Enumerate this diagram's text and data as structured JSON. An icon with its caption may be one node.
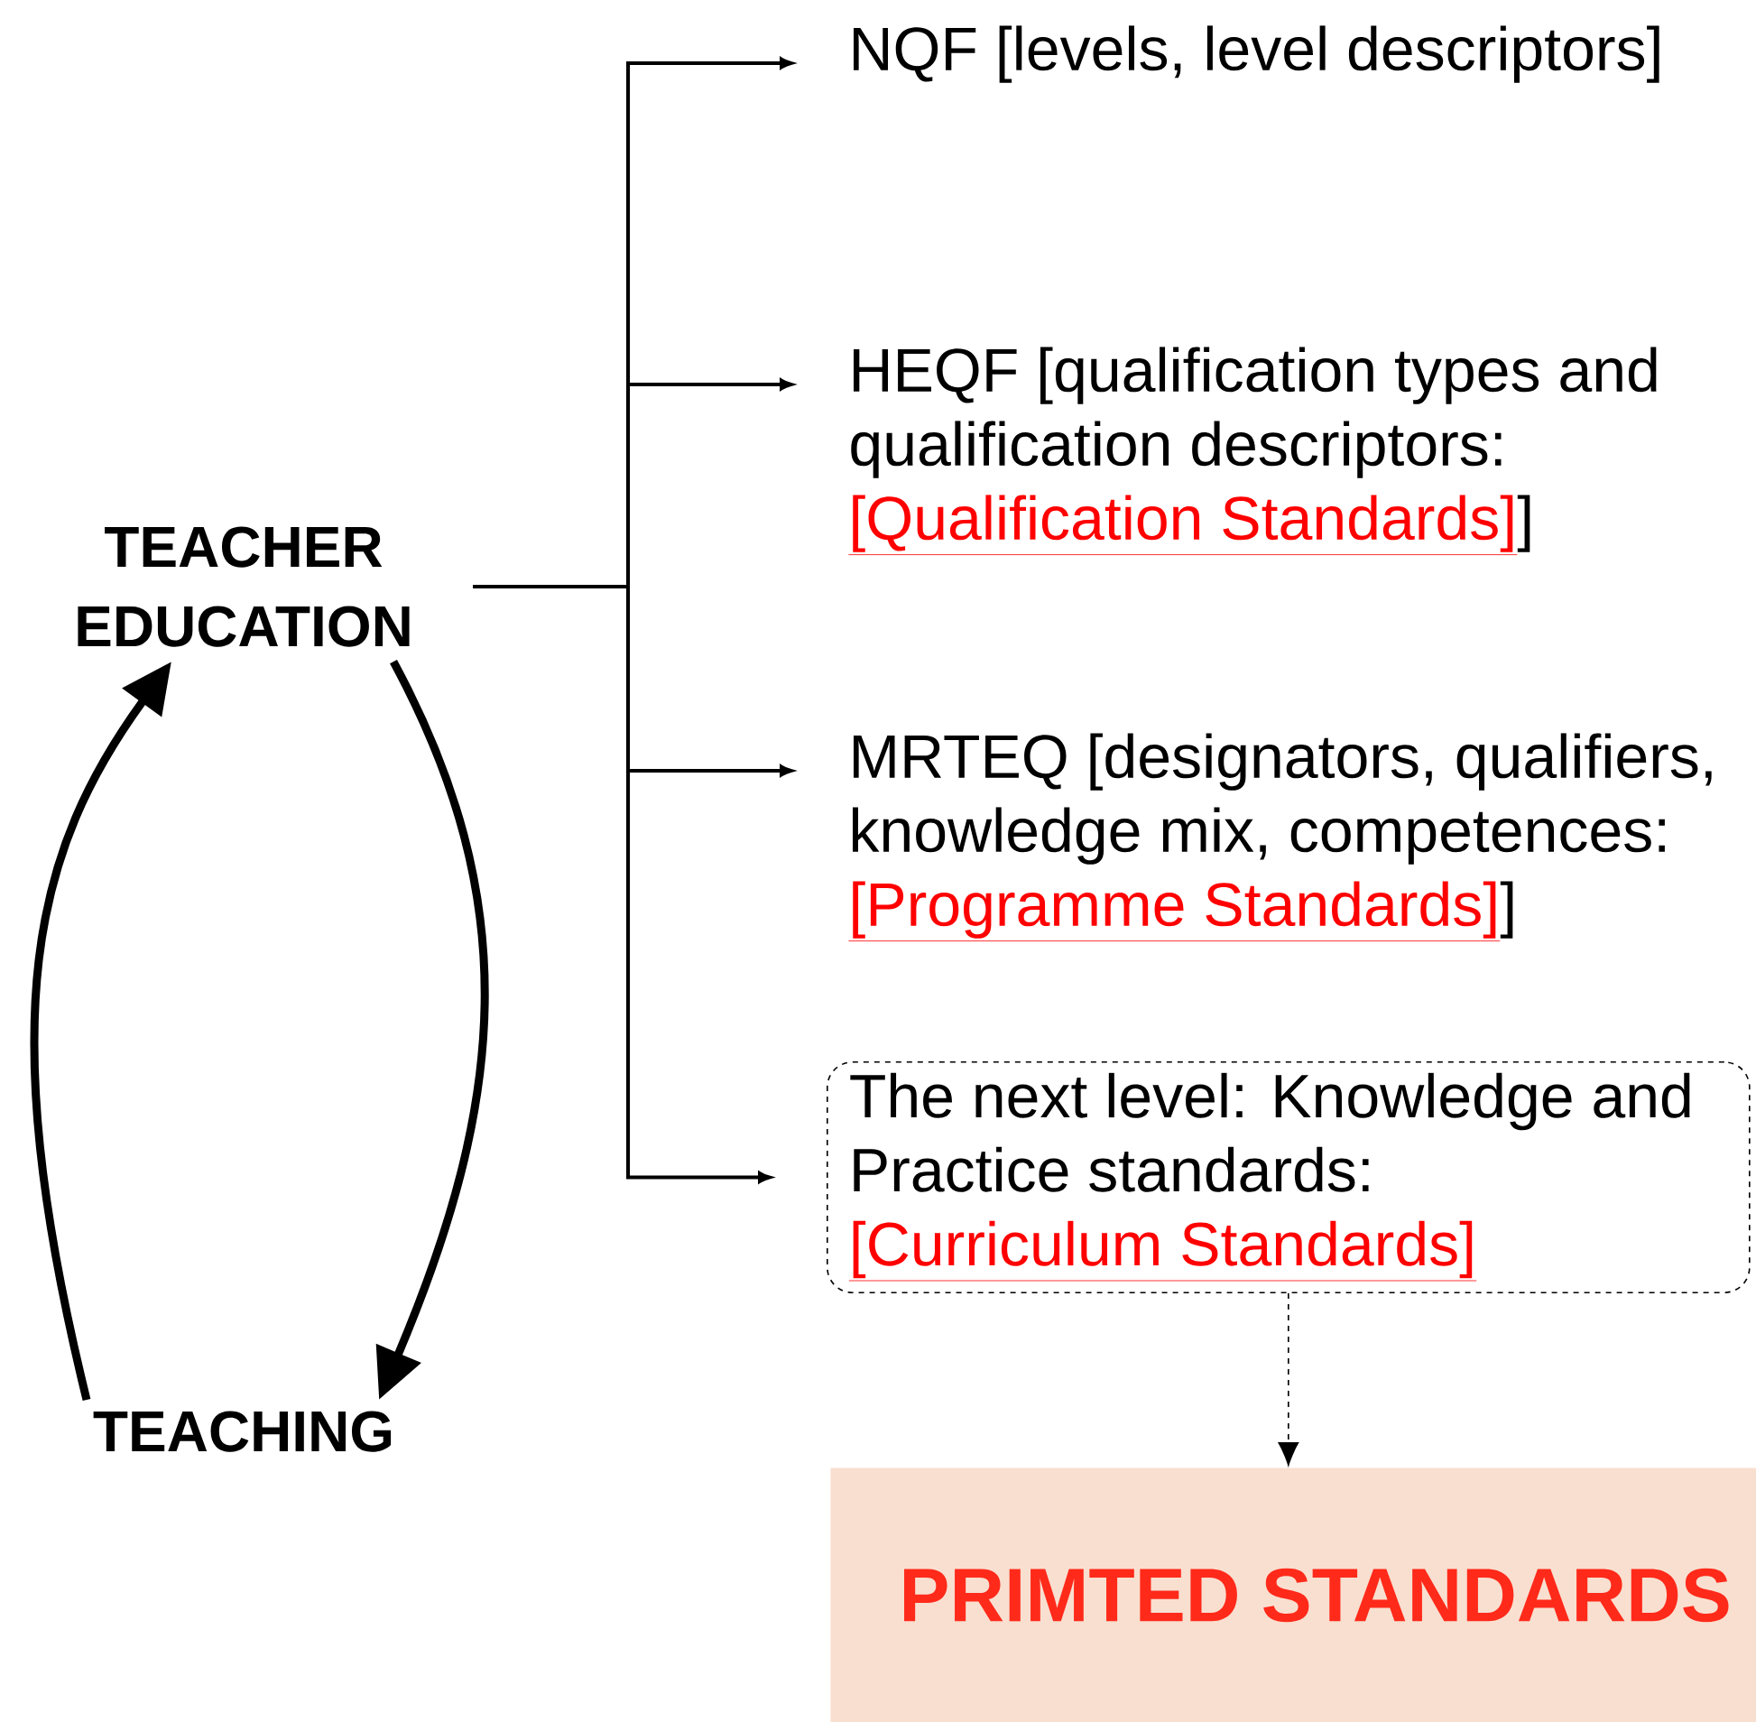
{
  "diagram": {
    "nodes": [
      {
        "text": [
          "TEACHER EDUCATION"
        ]
      },
      {
        "text": [
          "NQF [levels, level descriptors]"
        ]
      },
      {
        "text": [
          "HEQF [qualification types and qualification descriptors:",
          "[Qualification Standards]",
          "]"
        ]
      },
      {
        "text": [
          "MRTEQ [designators, qualifiers, knowledge mix, competences:",
          "[Programme Standards]",
          "]"
        ]
      },
      {
        "text": [
          "The next level: Knowledge and Practice standards:",
          "[Curriculum Standards]"
        ]
      },
      {
        "text": [
          "PRIMTED STANDARDS"
        ]
      },
      {
        "text": [
          "TEACHING"
        ]
      }
    ],
    "edges": [
      {
        "from": 0,
        "to": 1,
        "arrow": "to"
      },
      {
        "from": 0,
        "to": 2,
        "arrow": "to"
      },
      {
        "from": 0,
        "to": 3,
        "arrow": "to"
      },
      {
        "from": 0,
        "to": 4,
        "arrow": "to"
      },
      {
        "from": 4,
        "to": 5,
        "arrow": "to",
        "style": "dashed"
      },
      {
        "from": 6,
        "to": 0,
        "arrow": "to",
        "style": "thick"
      },
      {
        "from": 0,
        "to": 6,
        "arrow": "to",
        "style": "thick"
      }
    ]
  }
}
